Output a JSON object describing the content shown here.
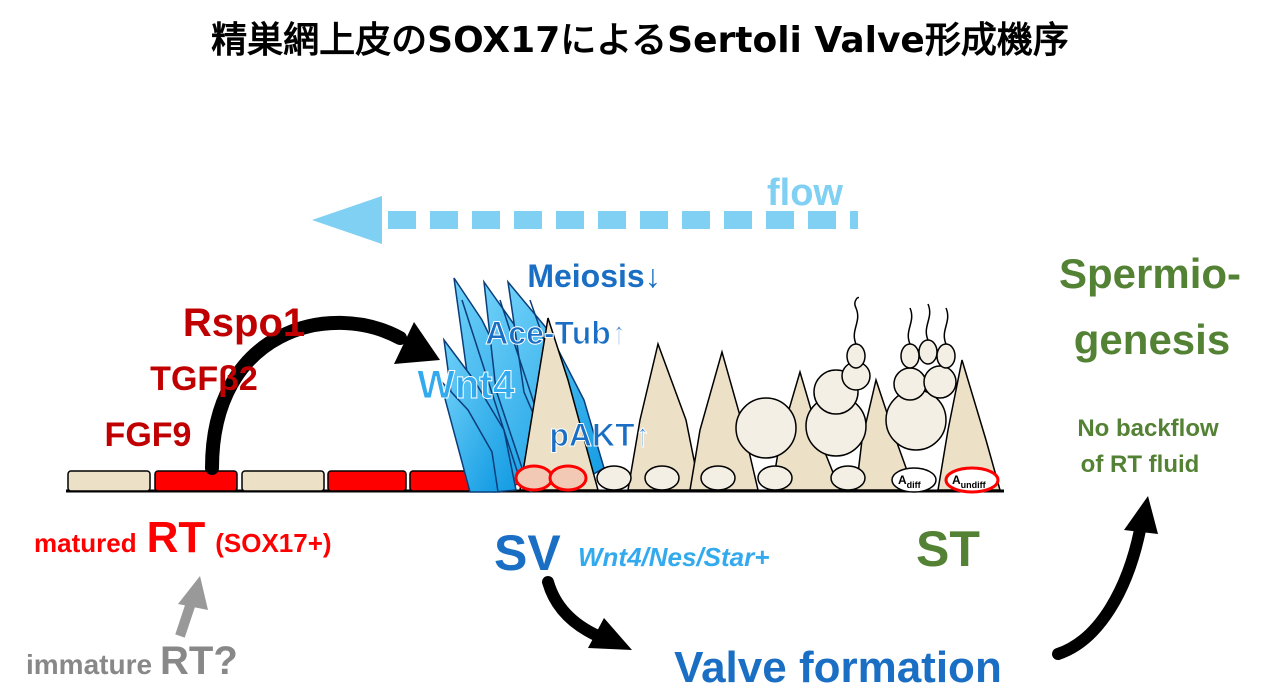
{
  "title": "精巣網上皮のSOX17によるSertoli Valve形成機序",
  "flow_label": "flow",
  "factors": {
    "rspo1": "Rspo1",
    "tgfb2": "TGFβ2",
    "fgf9": "FGF9",
    "wnt4": "Wnt4"
  },
  "sv_markers": {
    "meiosis": "Meiosis↓",
    "acetub": "Ace-Tub↑",
    "pakt": "pAKT↑"
  },
  "rt": {
    "prefix": "matured",
    "main": "RT",
    "suffix": "(SOX17+)",
    "immature_prefix": "immature",
    "immature_main": "RT?"
  },
  "sv": {
    "main": "SV",
    "markers": "Wnt4/Nes/Star+"
  },
  "st": {
    "main": "ST"
  },
  "cells": {
    "a_diff": {
      "base": "A",
      "sub": "diff"
    },
    "a_undiff": {
      "base": "A",
      "sub": "undiff"
    }
  },
  "valve_formation": "Valve formation",
  "spermiogenesis": {
    "line1": "Spermio-",
    "line2": "genesis"
  },
  "no_backflow": {
    "line1": "No backflow",
    "line2": "of RT fluid"
  },
  "colors": {
    "dark_red": "#c00000",
    "red": "#ff0000",
    "blue": "#1a6fc4",
    "light_blue": "#33aaee",
    "flow_blue": "#7fd0f2",
    "green": "#548235",
    "tan": "#ece0c6",
    "gray": "#888888"
  }
}
